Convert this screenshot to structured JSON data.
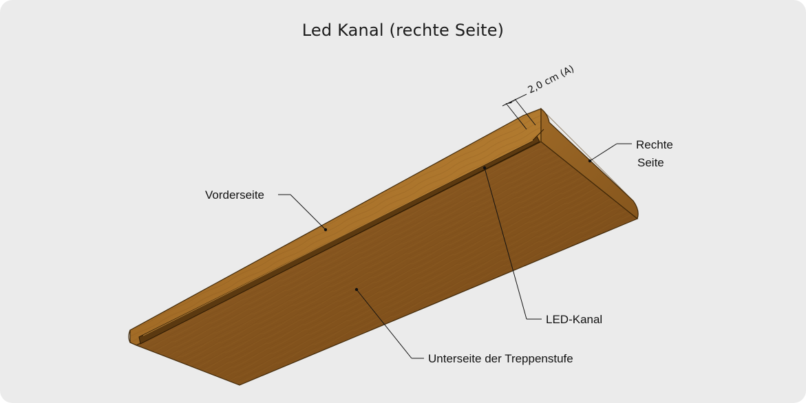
{
  "title": "Led Kanal (rechte Seite)",
  "dimension": {
    "label": "2,0 cm (A)"
  },
  "labels": {
    "right_side_line1": "Rechte",
    "right_side_line2": "Seite",
    "front_side": "Vorderseite",
    "led_channel": "LED-Kanal",
    "underside": "Unterseite der Treppenstufe"
  },
  "colors": {
    "background": "#ebebeb",
    "wood_main": "#8a5a22",
    "wood_edge": "#a16d26",
    "wood_dark": "#4e3110",
    "leader_line": "#111111"
  }
}
